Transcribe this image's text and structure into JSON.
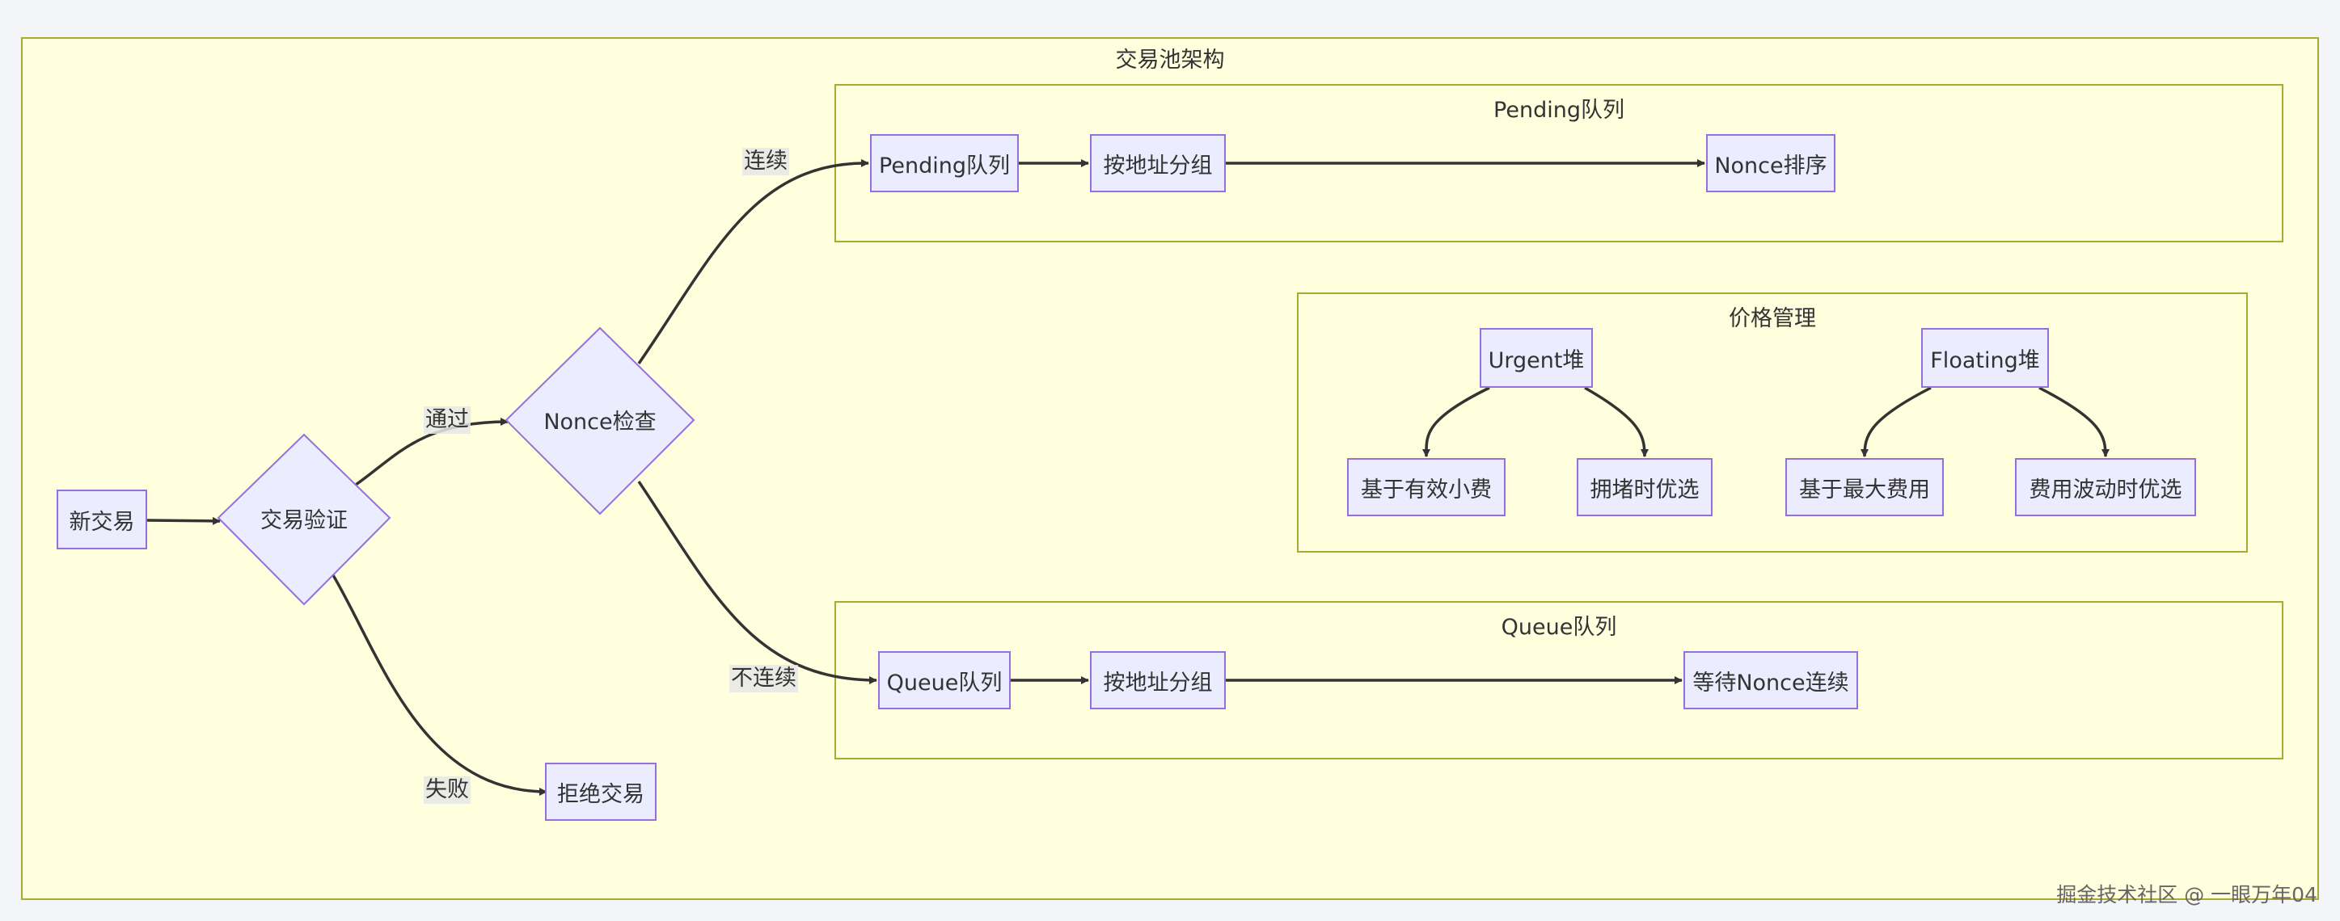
{
  "clusters": {
    "outer": "交易池架构",
    "pending": "Pending队列",
    "price": "价格管理",
    "queue": "Queue队列"
  },
  "nodes": {
    "new_tx": "新交易",
    "validate": "交易验证",
    "nonce_check": "Nonce检查",
    "reject": "拒绝交易",
    "pending_queue": "Pending队列",
    "pending_group": "按地址分组",
    "nonce_sort": "Nonce排序",
    "queue_queue": "Queue队列",
    "queue_group": "按地址分组",
    "wait_nonce": "等待Nonce连续",
    "urgent_heap": "Urgent堆",
    "floating_heap": "Floating堆",
    "effective_tip": "基于有效小费",
    "congestion_first": "拥堵时优选",
    "max_fee": "基于最大费用",
    "volatility_first": "费用波动时优选"
  },
  "edge_labels": {
    "pass": "通过",
    "fail": "失败",
    "continuous": "连续",
    "not_continuous": "不连续"
  },
  "watermark": "掘金技术社区 @ 一眼万年04",
  "colors": {
    "cluster_fill": "#ffffde",
    "cluster_border": "#aaaa33",
    "node_fill": "#ececff",
    "node_border": "#9370db",
    "edge": "#333333"
  }
}
